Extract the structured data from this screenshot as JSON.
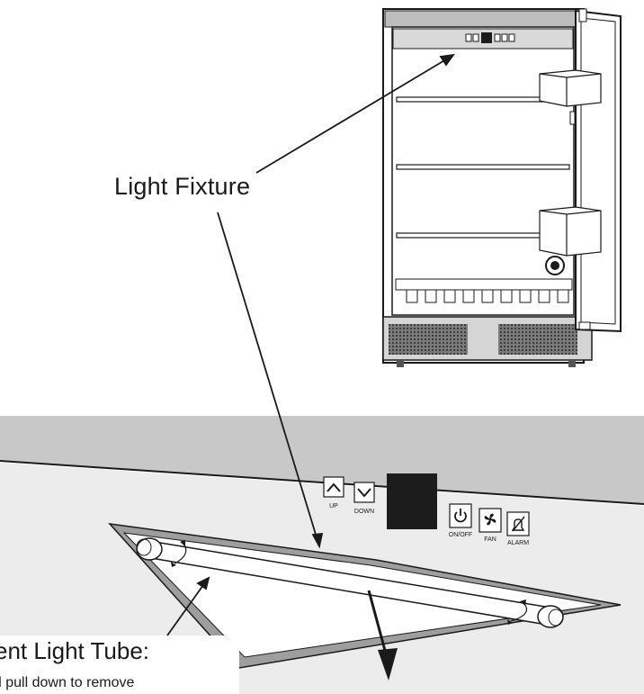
{
  "labels": {
    "light_fixture": "Light Fixture",
    "tube": "scent Light Tube:",
    "tube_instruction": "nd pull down to remove"
  },
  "control_panel": {
    "up": "UP",
    "down": "DOWN",
    "on_off": "ON/OFF",
    "fan": "FAN",
    "alarm": "ALARM"
  },
  "icons": {
    "up": "chevron-up-icon",
    "down": "chevron-down-icon",
    "power": "power-icon",
    "fan": "fan-icon",
    "alarm": "bell-slash-icon"
  },
  "colors": {
    "line": "#1a1a1a",
    "cabinet_panel": "#c8c8c8",
    "fixture_frame": "#9e9e9e",
    "display": "#1c1c1c",
    "vent": "#5a5a5a"
  }
}
